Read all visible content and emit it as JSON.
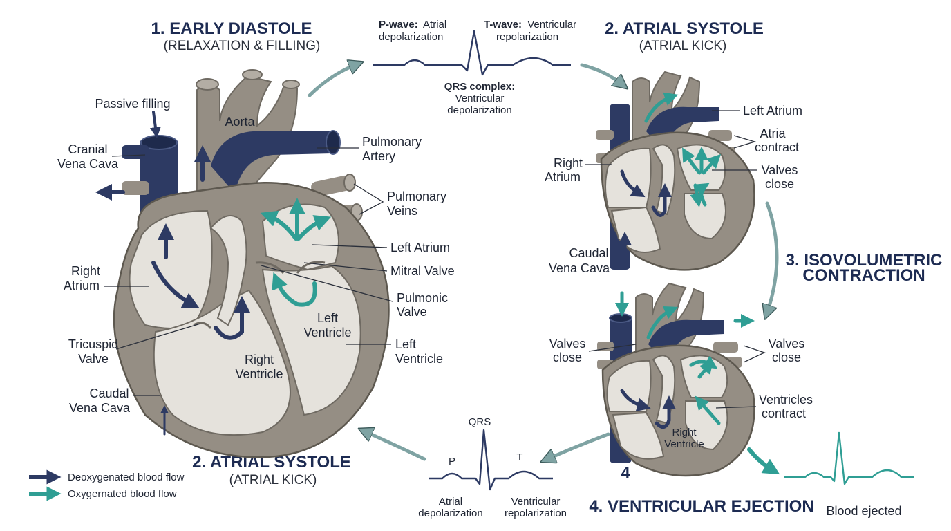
{
  "colors": {
    "deoxygenated": "#2d3a63",
    "oxygenated": "#2f9e94",
    "tissue": "#958e84",
    "chamber": "#e5e2dc",
    "vessel": "#2d3a63",
    "ecg": "#2d3a63",
    "ecg_ejection": "#2f9e94",
    "cycle_arrow": "#7fa3a3"
  },
  "stages": {
    "early_diastole_title": "1. EARLY DIASTOLE",
    "early_diastole_sub": "(RELAXATION & FILLING)",
    "atrial_systole_title": "2. ATRIAL SYSTOLE",
    "atrial_systole_sub": "(ATRIAL KICK)",
    "isovolumetric_line1": "3. ISOVOLUMETRIC",
    "isovolumetric_line2": "CONTRACTION",
    "ejection_title": "4. VENTRICULAR EJECTION",
    "bottom_atrial_title": "2. ATRIAL SYSTOLE",
    "bottom_atrial_sub": "(ATRIAL KICK)",
    "ejection_number": "4"
  },
  "ecg_top": {
    "p_bold": "P-wave:",
    "p_rest": "Atrial",
    "p_line2": "depolarization",
    "t_bold": "T-wave:",
    "t_rest": "Ventricular",
    "t_line2": "repolarization",
    "qrs_bold": "QRS complex:",
    "qrs_line2": "Ventricular",
    "qrs_line3": "depolarization"
  },
  "ecg_bottom": {
    "qrs": "QRS",
    "p": "P",
    "t": "T",
    "atrial_1": "Atrial",
    "atrial_2": "depolarization",
    "vent_1": "Ventricular",
    "vent_2": "repolarization"
  },
  "main_heart": {
    "passive_filling": "Passive filling",
    "aorta": "Aorta",
    "cranial_1": "Cranial",
    "cranial_2": "Vena Cava",
    "pulm_artery_1": "Pulmonary",
    "pulm_artery_2": "Artery",
    "pulm_veins_1": "Pulmonary",
    "pulm_veins_2": "Veins",
    "left_atrium": "Left Atrium",
    "mitral": "Mitral Valve",
    "pulmonic_1": "Pulmonic",
    "pulmonic_2": "Valve",
    "right_atrium_1": "Right",
    "right_atrium_2": "Atrium",
    "left_vent_inner_1": "Left",
    "left_vent_inner_2": "Ventricle",
    "left_vent_outer_1": "Left",
    "left_vent_outer_2": "Ventricle",
    "tricuspid_1": "Tricuspid",
    "tricuspid_2": "Valve",
    "right_vent_1": "Right",
    "right_vent_2": "Ventricle",
    "caudal_1": "Caudal",
    "caudal_2": "Vena Cava"
  },
  "heart2": {
    "left_atrium": "Left Atrium",
    "atria_1": "Atria",
    "atria_2": "contract",
    "right_atrium_1": "Right",
    "right_atrium_2": "Atrium",
    "valves_1": "Valves",
    "valves_2": "close",
    "caudal_1": "Caudal",
    "caudal_2": "Vena Cava"
  },
  "heart3": {
    "valves_left_1": "Valves",
    "valves_left_2": "close",
    "valves_right_1": "Valves",
    "valves_right_2": "close",
    "ventricles_1": "Ventricles",
    "ventricles_2": "contract",
    "right_vent_1": "Right",
    "right_vent_2": "Ventricle"
  },
  "blood_ejected": "Blood ejected",
  "legend": {
    "deoxygenated": "Deoxygenated blood flow",
    "oxygenated": "Oxygernated blood flow"
  }
}
